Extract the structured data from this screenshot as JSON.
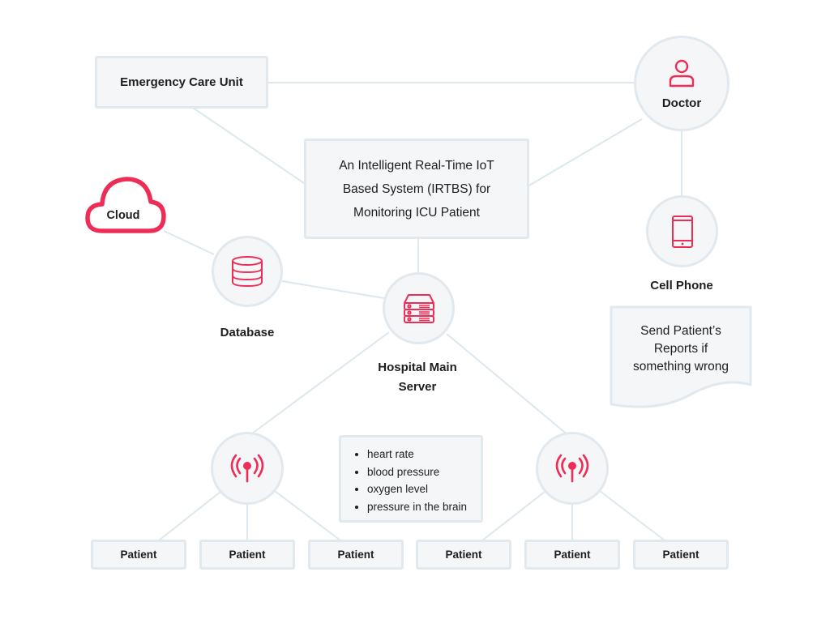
{
  "colors": {
    "accent": "#ee2d56",
    "node_fill": "#f4f6f8",
    "node_border": "#e1e9ef",
    "connector": "#dde8ee",
    "text": "#1e1e1e"
  },
  "nodes": {
    "emergency_care_unit": {
      "label": "Emergency Care Unit"
    },
    "doctor": {
      "label": "Doctor",
      "icon": "user-icon"
    },
    "system": {
      "lines": [
        "An Intelligent Real-Time IoT",
        "Based System (IRTBS) for",
        "Monitoring ICU Patient"
      ]
    },
    "cloud": {
      "label": "Cloud",
      "icon": "cloud-icon"
    },
    "database": {
      "label": "Database",
      "icon": "database-icon"
    },
    "server": {
      "label_lines": [
        "Hospital Main",
        "Server"
      ],
      "icon": "server-icon"
    },
    "cell_phone": {
      "label": "Cell Phone",
      "icon": "phone-icon"
    },
    "report_note": {
      "lines": [
        "Send Patient’s",
        "Reports if",
        "something wrong"
      ]
    },
    "sensor_left": {
      "icon": "broadcast-antenna-icon"
    },
    "sensor_right": {
      "icon": "broadcast-antenna-icon"
    },
    "vitals": {
      "items": [
        "heart rate",
        "blood pressure",
        "oxygen level",
        "pressure in the brain"
      ]
    },
    "patients": [
      {
        "label": "Patient"
      },
      {
        "label": "Patient"
      },
      {
        "label": "Patient"
      },
      {
        "label": "Patient"
      },
      {
        "label": "Patient"
      },
      {
        "label": "Patient"
      }
    ]
  },
  "edges": [
    {
      "from": "emergency_care_unit",
      "to": "doctor"
    },
    {
      "from": "emergency_care_unit",
      "to": "system"
    },
    {
      "from": "doctor",
      "to": "system"
    },
    {
      "from": "doctor",
      "to": "cell_phone"
    },
    {
      "from": "system",
      "to": "server"
    },
    {
      "from": "cloud",
      "to": "database"
    },
    {
      "from": "database",
      "to": "server"
    },
    {
      "from": "server",
      "to": "sensor_left"
    },
    {
      "from": "server",
      "to": "sensor_right"
    },
    {
      "from": "sensor_left",
      "to": "patient_1"
    },
    {
      "from": "sensor_left",
      "to": "patient_2"
    },
    {
      "from": "sensor_left",
      "to": "patient_3"
    },
    {
      "from": "sensor_right",
      "to": "patient_4"
    },
    {
      "from": "sensor_right",
      "to": "patient_5"
    },
    {
      "from": "sensor_right",
      "to": "patient_6"
    }
  ]
}
